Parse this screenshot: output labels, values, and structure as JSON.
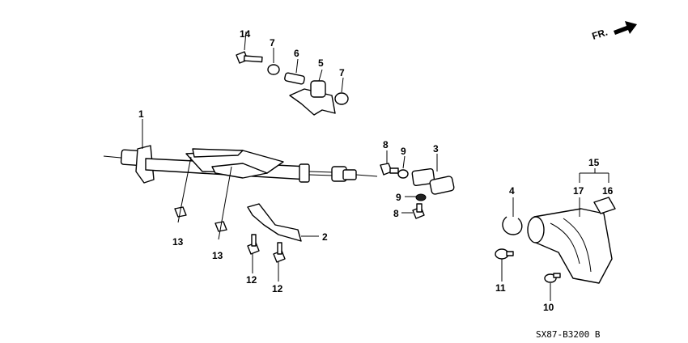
{
  "diagram": {
    "direction_label": "FR.",
    "drawing_code": "SX87-B3200 B",
    "callouts": {
      "c1": "1",
      "c2": "2",
      "c3": "3",
      "c4": "4",
      "c5": "5",
      "c6": "6",
      "c7a": "7",
      "c7b": "7",
      "c8a": "8",
      "c8b": "8",
      "c9a": "9",
      "c9b": "9",
      "c10": "10",
      "c11": "11",
      "c12a": "12",
      "c12b": "12",
      "c13a": "13",
      "c13b": "13",
      "c14": "14",
      "c15": "15",
      "c16": "16",
      "c17": "17"
    }
  }
}
